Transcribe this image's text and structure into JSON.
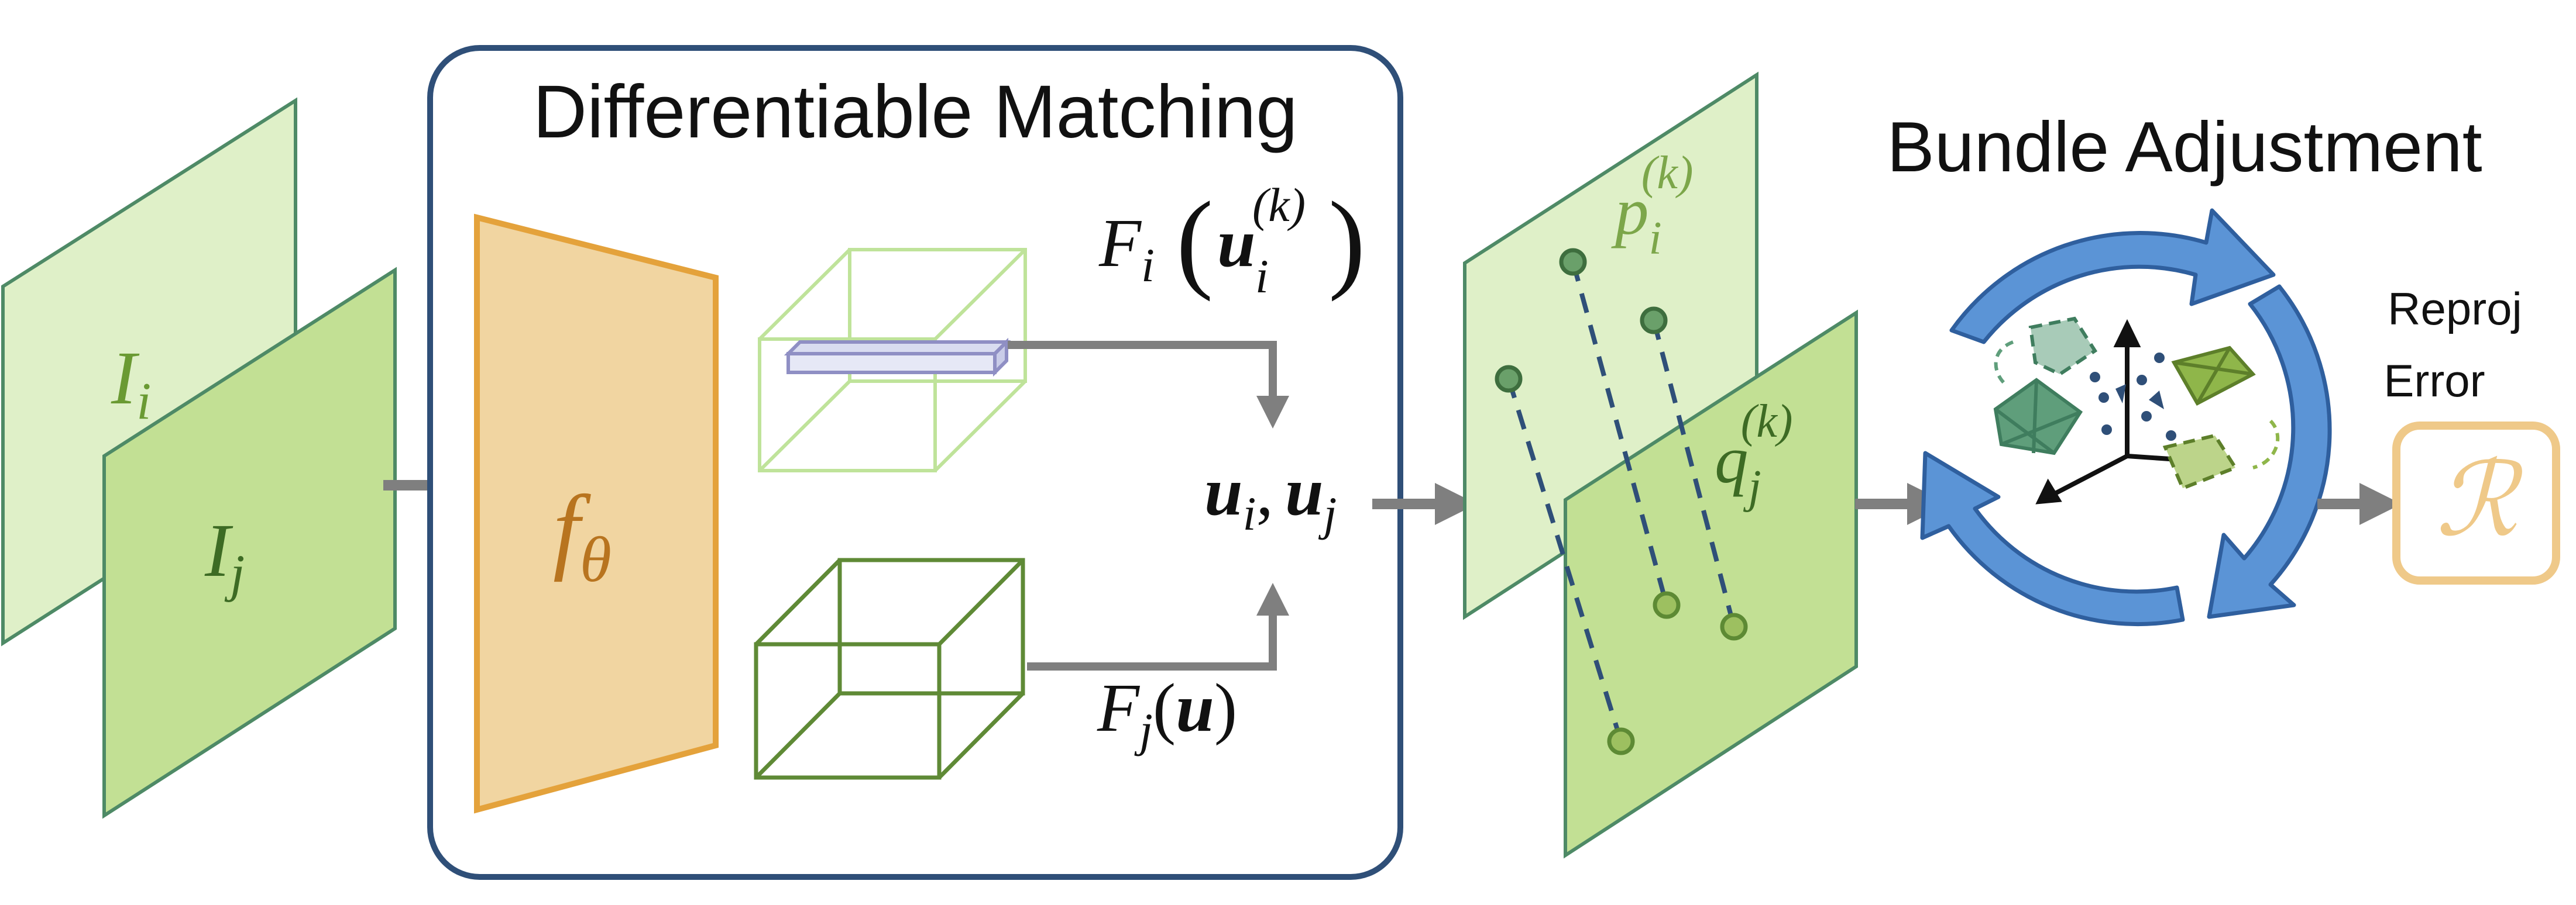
{
  "matching_box": {
    "title": "Differentiable Matching"
  },
  "input_images": {
    "img_i": "I",
    "img_i_sub": "i",
    "img_j": "I",
    "img_j_sub": "j"
  },
  "network": {
    "symbol": "f",
    "subscript": "θ"
  },
  "features": {
    "fi_F": "F",
    "fi_sub": "i",
    "fi_u": "u",
    "fi_u_sub": "i",
    "fi_u_sup": "(k)",
    "fj_F": "F",
    "fj_sub": "j",
    "fj_u": "u",
    "uu_u1": "u",
    "uu_sub1": "i",
    "uu_comma": ",",
    "uu_u2": "u",
    "uu_sub2": "j"
  },
  "correspondence": {
    "p_sym": "p",
    "p_sub": "i",
    "p_sup": "(k)",
    "q_sym": "q",
    "q_sub": "j",
    "q_sup": "(k)"
  },
  "bundle_adjustment": {
    "title": "Bundle Adjustment"
  },
  "output": {
    "line1": "Reproj",
    "line2": "Error",
    "symbol": "ℛ"
  },
  "colors": {
    "light_green": "#dff0c8",
    "mid_green": "#c2e094",
    "frame_green": "#4e8a66",
    "orange_fill": "#f1d5a1",
    "orange_stroke": "#e4a23b",
    "navy": "#2f4f78",
    "blue_arrow": "#5b94d6",
    "gray_arrow": "#7f7f7f",
    "output_gold": "#efc989"
  }
}
